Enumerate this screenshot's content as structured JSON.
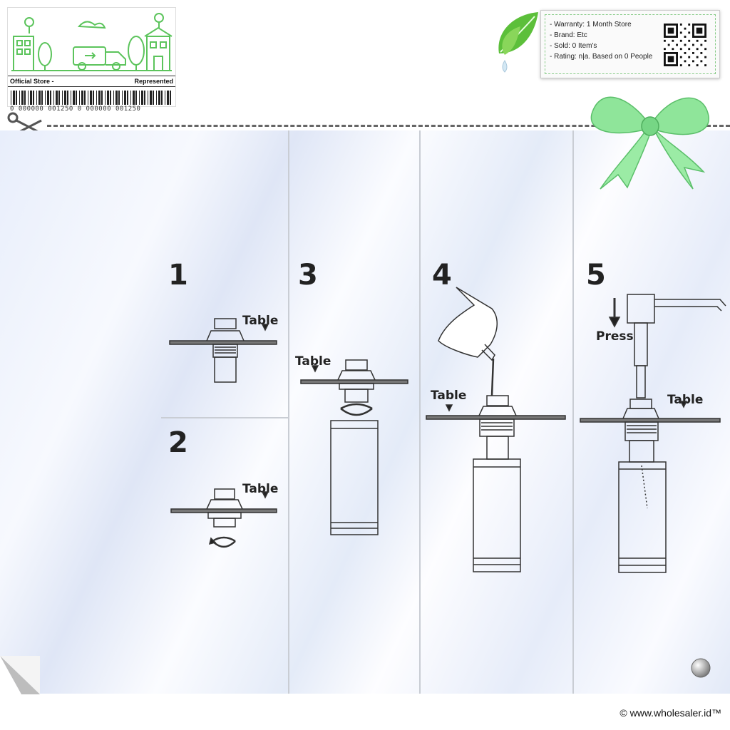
{
  "store_card": {
    "official_store": "Official Store -",
    "represented": "Represented",
    "barcode_number": "0 000000 001250 0 000000 001250"
  },
  "info_box": {
    "warranty": "- Warranty: 1 Month Store",
    "brand": "- Brand: Etc",
    "sold": "- Sold: 0 Item's",
    "rating": "- Rating: n|a. Based on 0 People"
  },
  "steps": [
    {
      "number": "1",
      "table_label": "Table"
    },
    {
      "number": "2",
      "table_label": "Table"
    },
    {
      "number": "3",
      "table_label": "Table"
    },
    {
      "number": "4",
      "table_label": "Table"
    },
    {
      "number": "5",
      "table_label": "Table",
      "press_label": "Press"
    }
  ],
  "footer": {
    "copyright": "© www.wholesaler.id™"
  },
  "colors": {
    "accent_green": "#5cc45c",
    "ribbon_green": "#8fe59a",
    "line_dark": "#333333"
  },
  "icons": [
    "scissors-icon",
    "leaf-icon",
    "ribbon-bow-icon",
    "qr-code-icon",
    "page-curl-icon",
    "pin-icon"
  ]
}
